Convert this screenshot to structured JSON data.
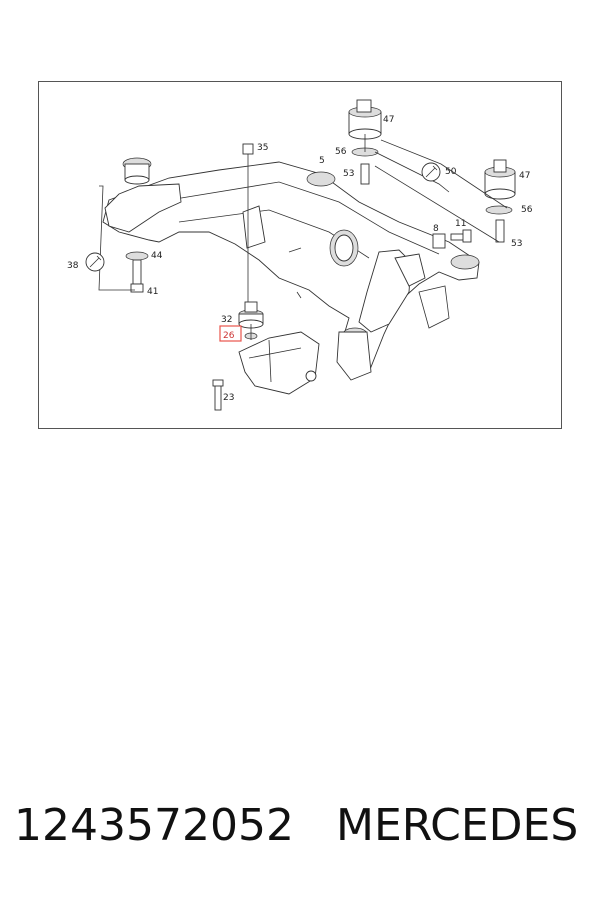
{
  "diagram": {
    "callouts": {
      "c5": "5",
      "c8": "8",
      "c11": "11",
      "c23": "23",
      "c26": "26",
      "c32": "32",
      "c35": "35",
      "c38": "38",
      "c41": "41",
      "c44": "44",
      "c47a": "47",
      "c47b": "47",
      "c50": "50",
      "c53a": "53",
      "c53b": "53",
      "c56a": "56",
      "c56b": "56"
    },
    "highlight_color": "#e8534b",
    "icons": [
      "wrench-icon",
      "wrench-icon"
    ]
  },
  "caption": {
    "part_number": "1243572052",
    "brand": "MERCEDES"
  }
}
